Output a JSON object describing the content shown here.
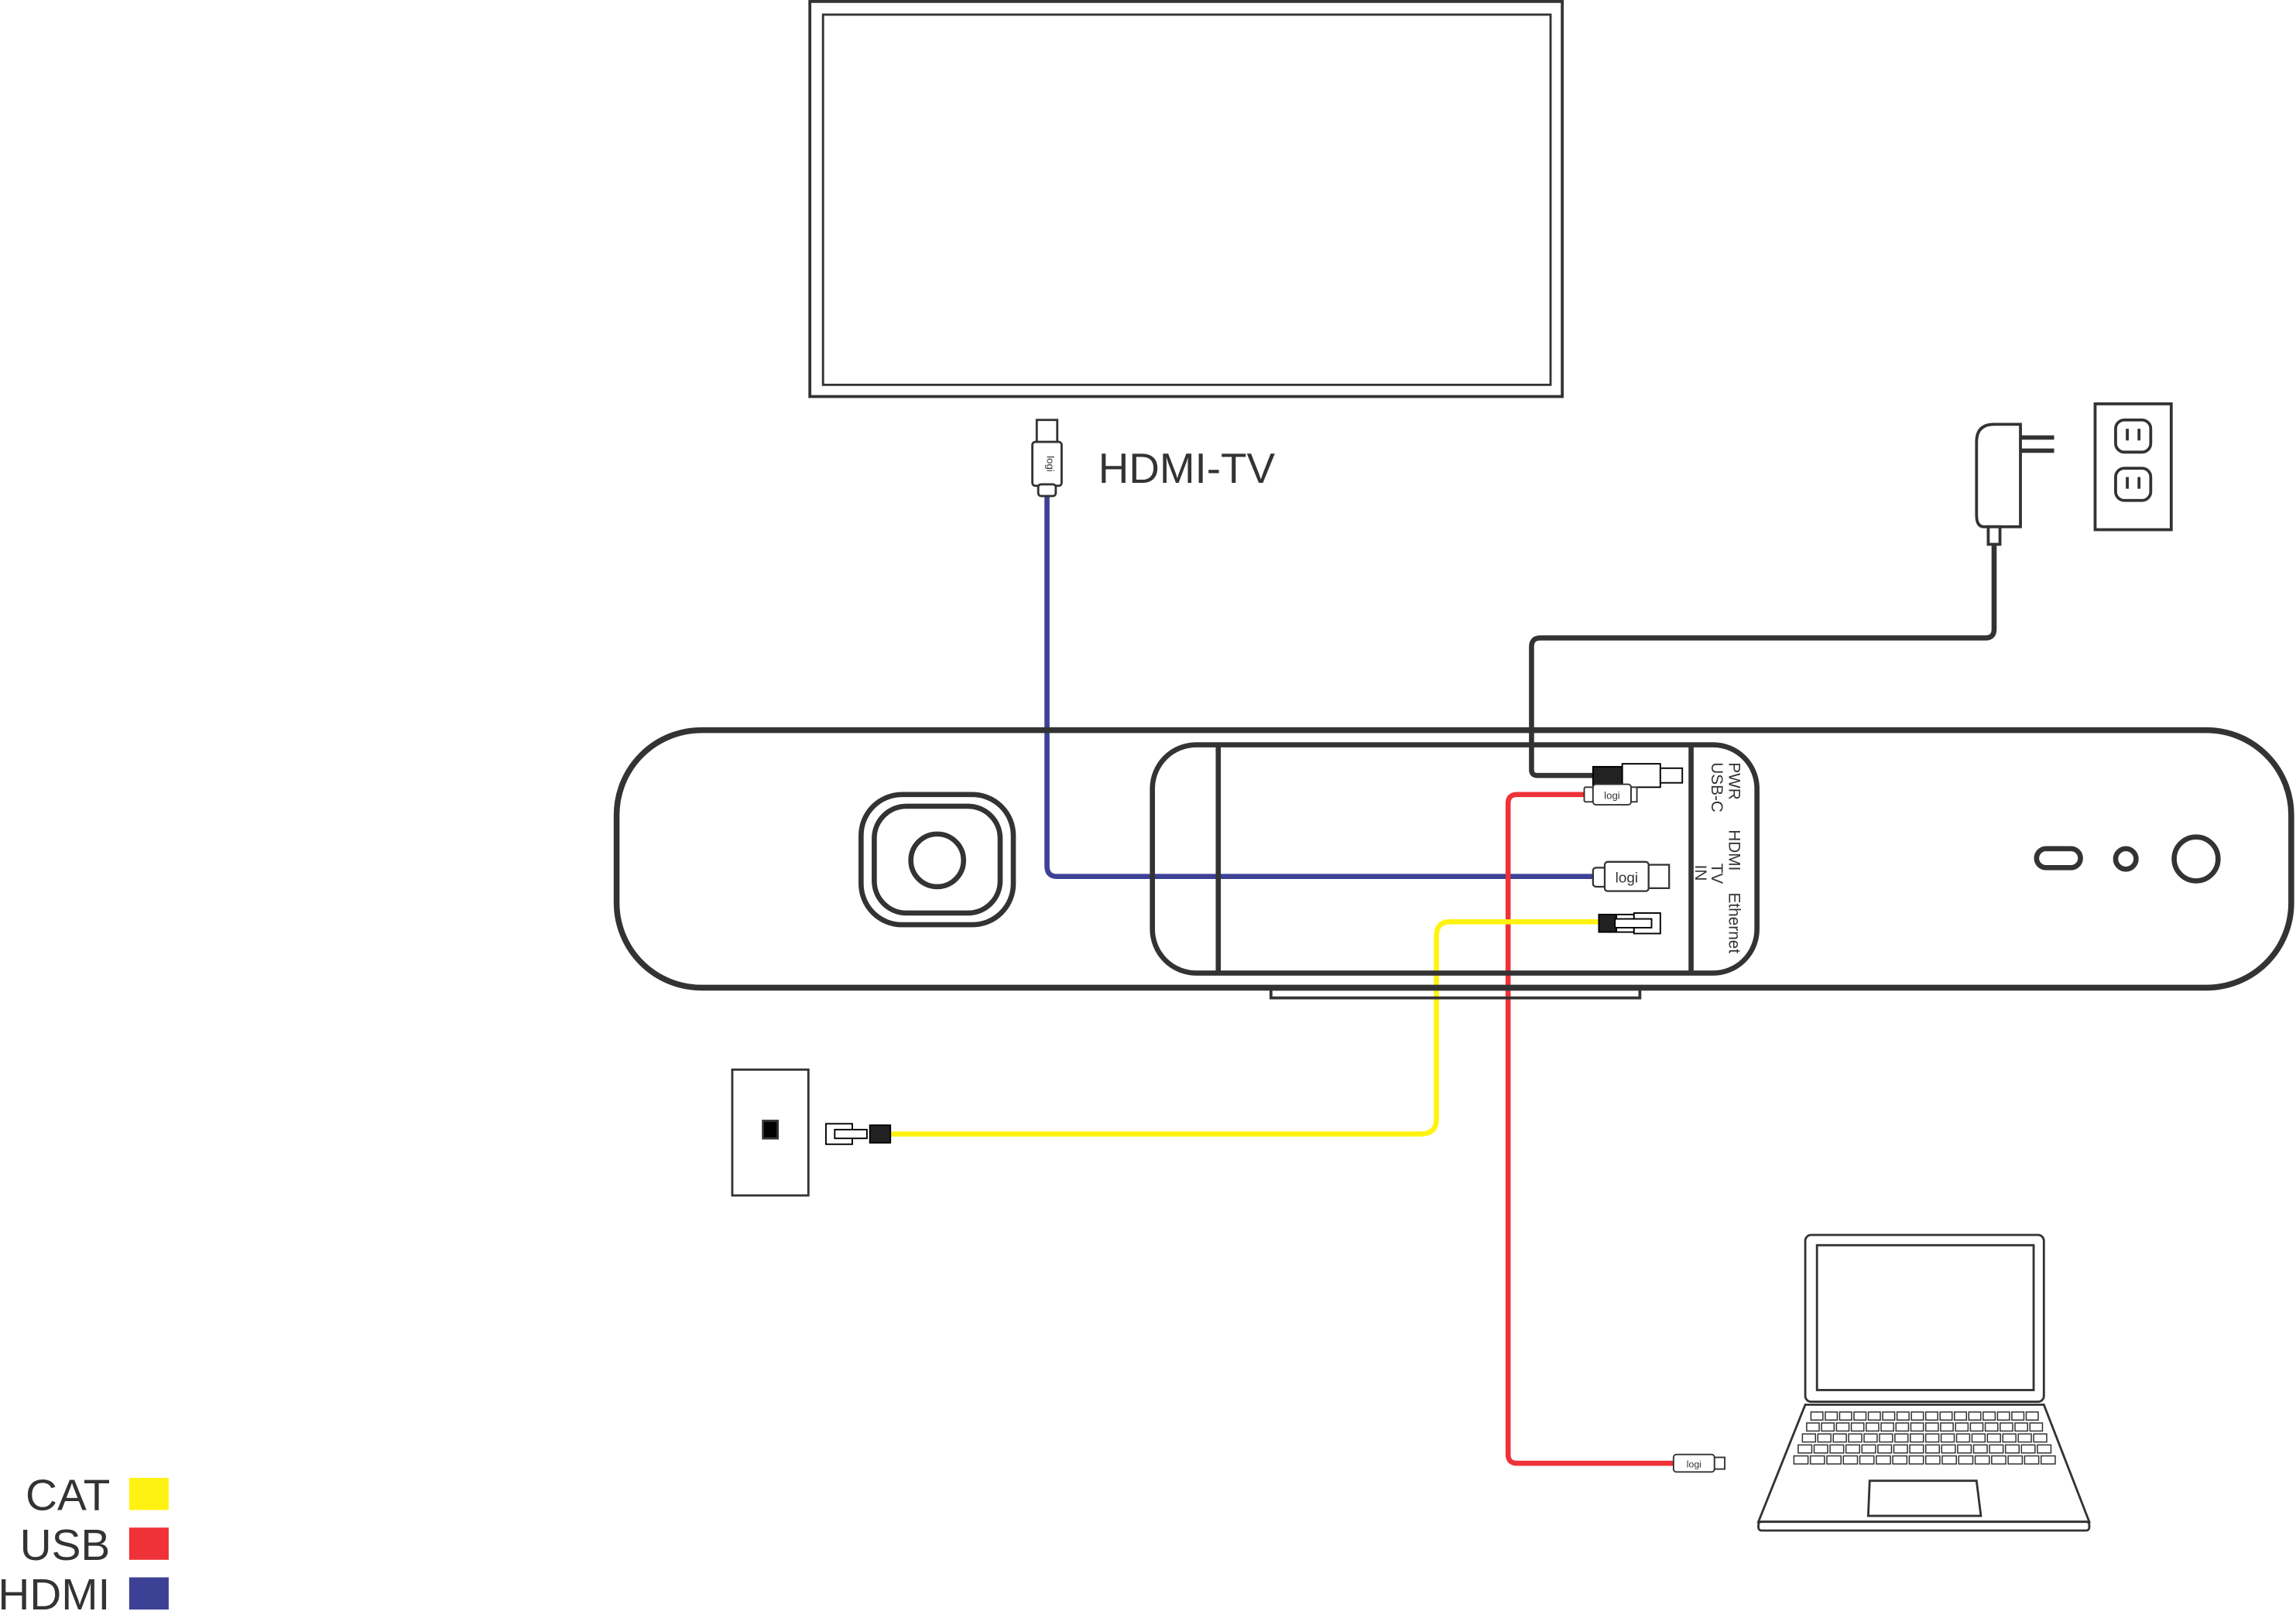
{
  "tv_label": "HDMI-TV",
  "ports": {
    "pwr": "PWR",
    "usbc": "USB-C",
    "hdmi": "HDMI",
    "tv": "TV",
    "in": "IN",
    "ethernet": "Ethernet"
  },
  "connector_logo": "logi",
  "legend": [
    {
      "label": "CAT",
      "color": "#fff212"
    },
    {
      "label": "USB",
      "color": "#ee3237"
    },
    {
      "label": "HDMI",
      "color": "#3d4196"
    }
  ],
  "colors": {
    "stroke": "#333333",
    "cat": "#fff212",
    "usb": "#ee3237",
    "hdmi": "#3d4196"
  }
}
